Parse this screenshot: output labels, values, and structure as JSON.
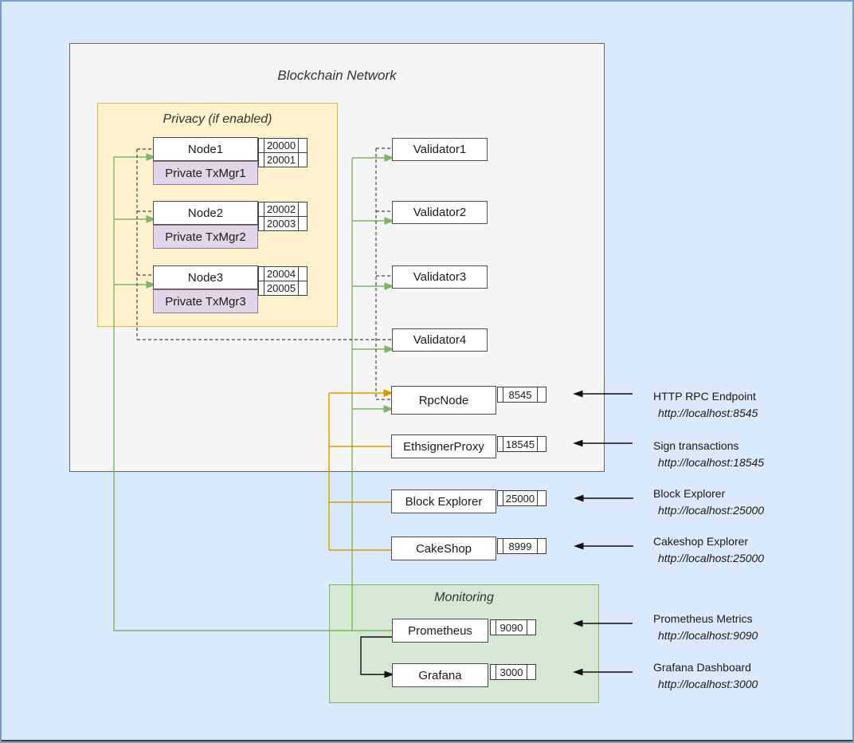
{
  "diagram": {
    "network_title": "Blockchain Network",
    "privacy": {
      "title": "Privacy (if enabled)",
      "nodes": [
        {
          "name": "Node1",
          "txmgr": "Private TxMgr1",
          "ports": [
            "20000",
            "20001"
          ]
        },
        {
          "name": "Node2",
          "txmgr": "Private TxMgr2",
          "ports": [
            "20002",
            "20003"
          ]
        },
        {
          "name": "Node3",
          "txmgr": "Private TxMgr3",
          "ports": [
            "20004",
            "20005"
          ]
        }
      ]
    },
    "validators": [
      "Validator1",
      "Validator2",
      "Validator3",
      "Validator4"
    ],
    "services": [
      {
        "name": "RpcNode",
        "port": "8545"
      },
      {
        "name": "EthsignerProxy",
        "port": "18545"
      },
      {
        "name": "Block Explorer",
        "port": "25000"
      },
      {
        "name": "CakeShop",
        "port": "8999"
      }
    ],
    "monitoring": {
      "title": "Monitoring",
      "services": [
        {
          "name": "Prometheus",
          "port": "9090"
        },
        {
          "name": "Grafana",
          "port": "3000"
        }
      ]
    },
    "annotations": [
      {
        "label": "HTTP RPC Endpoint",
        "url": "http://localhost:8545"
      },
      {
        "label": "Sign transactions",
        "url": "http://localhost:18545"
      },
      {
        "label": "Block Explorer",
        "url": "http://localhost:25000"
      },
      {
        "label": "Cakeshop Explorer",
        "url": "http://localhost:25000"
      },
      {
        "label": "Prometheus Metrics",
        "url": "http://localhost:9090"
      },
      {
        "label": "Grafana Dashboard",
        "url": "http://localhost:3000"
      }
    ],
    "colors": {
      "background": "#dbe9fc",
      "network_fill": "#f5f5f5",
      "network_border": "#666666",
      "privacy_fill": "#fff2cc",
      "privacy_border": "#d6b656",
      "txmgr_fill": "#e1d5e7",
      "txmgr_border": "#9673a6",
      "monitoring_fill": "#d5e8d4",
      "monitoring_border": "#82b366",
      "green_line": "#82b366",
      "orange_line": "#d79b00"
    }
  }
}
